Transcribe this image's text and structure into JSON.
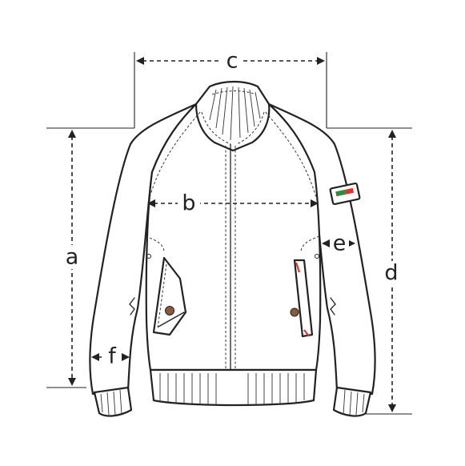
{
  "measurement_labels": {
    "a": "a",
    "b": "b",
    "c": "c",
    "d": "d",
    "e": "e",
    "f": "f"
  },
  "colors": {
    "line": "#222222",
    "accent_red": "#e0322a",
    "accent_green": "#2f8a3e",
    "button_brown": "#8a5a3c"
  }
}
